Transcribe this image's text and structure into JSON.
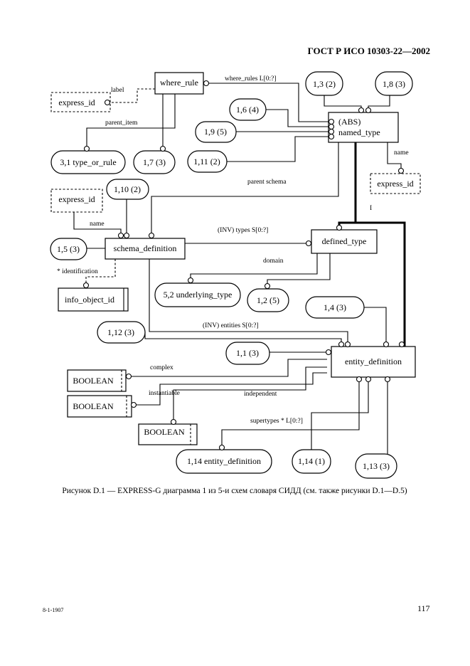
{
  "header": {
    "standard": "ГОСТ Р ИСО 10303-22—2002"
  },
  "diagram": {
    "entities": {
      "where_rule": "where_rule",
      "named_type_abs": "(ABS)",
      "named_type": "named_type",
      "schema_definition": "schema_definition",
      "defined_type": "defined_type",
      "entity_definition": "entity_definition"
    },
    "types": {
      "express_id_1": "express_id",
      "express_id_2": "express_id",
      "express_id_3": "express_id",
      "info_object_id": "info_object_id",
      "boolean_1": "BOOLEAN",
      "boolean_2": "BOOLEAN",
      "boolean_3": "BOOLEAN"
    },
    "page_refs": {
      "r13_2": "1,3 (2)",
      "r18_3": "1,8 (3)",
      "r16_4": "1,6 (4)",
      "r19_5": "1,9 (5)",
      "r111_2": "1,11 (2)",
      "r31": "3,1 type_or_rule",
      "r17_3": "1,7 (3)",
      "r110_2": "1,10 (2)",
      "r15_3": "1,5 (3)",
      "r52": "5,2 underlying_type",
      "r12_5": "1,2 (5)",
      "r14_3": "1,4 (3)",
      "r112_3": "1,12 (3)",
      "r11_3": "1,1 (3)",
      "r114_def": "1,14 entity_definition",
      "r14_1": "1,14 (1)",
      "r113_3": "1,13 (3)"
    },
    "labels": {
      "where_rules": "where_rules L[0:?]",
      "label": "label",
      "parent_item": "parent_item",
      "name_1": "name",
      "parent_schema": "parent  schema",
      "name_2": "name",
      "i_mark": "I",
      "identification": "* identification",
      "types": "(INV) types S[0:?]",
      "domain": "domain",
      "entities": "(INV) entities S[0:?]",
      "complex": "complex",
      "instantiable": "instantiable",
      "independent": "independent",
      "supertypes": "supertypes * L[0:?]"
    }
  },
  "caption": "Рисунок D.1 — EXPRESS-G диаграмма 1 из 5-и схем словаря СИДД (см. также рисунки D.1—D.5)",
  "footer": {
    "code": "8-1-1907",
    "page_number": "117"
  }
}
